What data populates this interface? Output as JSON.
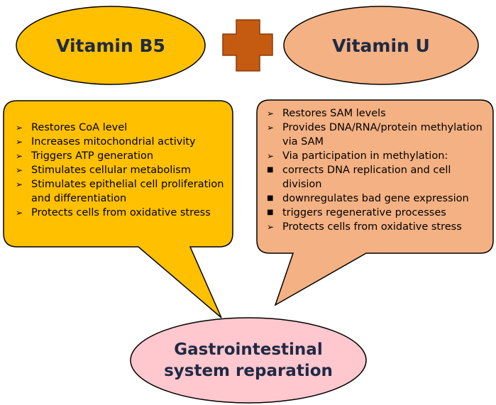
{
  "colors": {
    "b5_fill": "#ffc000",
    "u_fill": "#f4b183",
    "plus_fill": "#c55a11",
    "result_fill": "#ffc7ce",
    "outline": "#000000",
    "text": "#1f2a44"
  },
  "vitamin_b5": {
    "title": "Vitamin B5",
    "items": [
      {
        "marker": "arrow",
        "text": "Restores CoA level"
      },
      {
        "marker": "arrow",
        "text": "Increases mitochondrial activity"
      },
      {
        "marker": "arrow",
        "text": "Triggers ATP generation"
      },
      {
        "marker": "arrow",
        "text": "Stimulates cellular metabolism"
      },
      {
        "marker": "arrow",
        "text": "Stimulates epithelial cell proliferation and differentiation"
      },
      {
        "marker": "arrow",
        "text": "Protects cells from oxidative stress"
      }
    ]
  },
  "vitamin_u": {
    "title": "Vitamin U",
    "items": [
      {
        "marker": "arrow",
        "text": "Restores SAM levels"
      },
      {
        "marker": "arrow",
        "text": "Provides DNA/RNA/protein methylation via SAM"
      },
      {
        "marker": "arrow",
        "text": "Via participation in methylation:"
      },
      {
        "marker": "square",
        "text": "corrects DNA replication and cell division"
      },
      {
        "marker": "square",
        "text": "downregulates bad gene expression"
      },
      {
        "marker": "square",
        "text": "triggers regenerative processes"
      },
      {
        "marker": "arrow",
        "text": "Protects cells from oxidative stress"
      }
    ]
  },
  "result": {
    "title_line1": "Gastrointestinal",
    "title_line2": "system reparation"
  }
}
